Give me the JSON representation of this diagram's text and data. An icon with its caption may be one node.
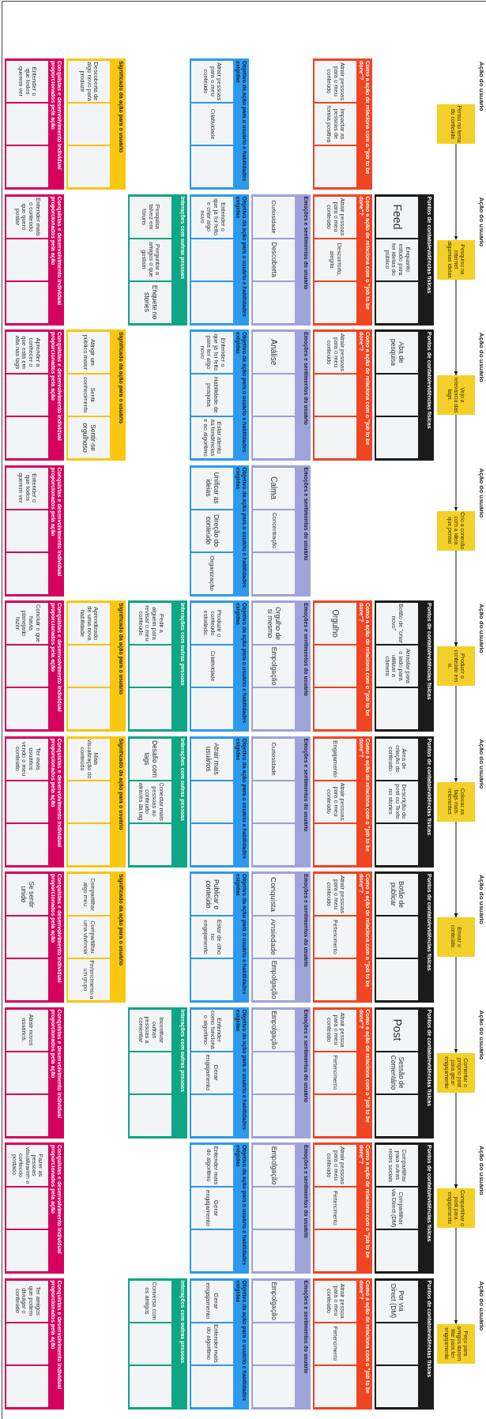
{
  "diagram": {
    "nodes": [
      {
        "text": [
          "Penso no tema do conteúdo"
        ]
      },
      {
        "text": [
          "Como a ação de relaciona com o \"job to be done\"?"
        ]
      },
      {
        "text": [
          "Atrair pessoas para o meu conteúdo"
        ],
        "in": 1
      },
      {
        "text": [
          "Impactar as pessoas de forma positiva"
        ],
        "in": 1
      },
      {
        "text": [],
        "shape": "box",
        "in": 1
      },
      {
        "text": [
          "Objetivo da ação para o usuário e habilidades exigidas"
        ]
      },
      {
        "text": [
          "Atrair pessoas para o meu conteúdo"
        ],
        "in": 5
      },
      {
        "text": [
          "Criatividade"
        ],
        "in": 5
      },
      {
        "text": [],
        "shape": "box",
        "in": 5
      },
      {
        "text": [
          "Significado da ação para o usuário"
        ]
      },
      {
        "text": [
          "Descoberta de algo novo para produzir"
        ],
        "in": 9
      },
      {
        "text": [],
        "shape": "box",
        "in": 9
      },
      {
        "text": [],
        "shape": "box",
        "in": 9
      },
      {
        "text": [
          "Conquistas e desenvolvimento individual proporcionados pela ação"
        ]
      },
      {
        "text": [
          "Entender o que todos querem ver"
        ],
        "in": 13
      },
      {
        "text": [],
        "shape": "box",
        "in": 13
      },
      {
        "text": [],
        "shape": "box",
        "in": 13
      },
      {
        "text": [
          "Pesquiso na internet algumas ideias"
        ]
      },
      {
        "text": [
          "Pontos de contato/evidências físicas"
        ]
      },
      {
        "text": [
          "Feed"
        ],
        "in": 18
      },
      {
        "text": [
          "Enquanto estudo para ter ideias do público"
        ],
        "in": 18
      },
      {
        "text": [],
        "shape": "box",
        "in": 18
      },
      {
        "text": [
          "Como a ação de relaciona com o \"job to be done\"?"
        ]
      },
      {
        "text": [
          "Atrair pessoas para o meu conteúdo"
        ],
        "in": 22
      },
      {
        "text": [
          "Desconforto, alegria"
        ],
        "in": 22
      },
      {
        "text": [],
        "shape": "box",
        "in": 22
      },
      {
        "text": [
          "Emoções e sentimentos do usuário"
        ]
      },
      {
        "text": [
          "Curiosidade"
        ],
        "in": 26
      },
      {
        "text": [
          "Descoberta"
        ],
        "in": 26
      },
      {
        "text": [],
        "shape": "box",
        "in": 26
      },
      {
        "text": [
          "Objetivo da ação para o usuário e habilidades exigidas"
        ]
      },
      {
        "text": [
          "Entender o que já foi feito e criar algo novo"
        ],
        "in": 30
      },
      {
        "text": [],
        "shape": "box",
        "in": 30
      },
      {
        "text": [],
        "shape": "box",
        "in": 30
      },
      {
        "text": [
          "Interações com outras pessoas"
        ]
      },
      {
        "text": [
          "Pesquisa talvez em fóruns"
        ],
        "in": 34
      },
      {
        "text": [
          "Perguntar a amigos o que gostam"
        ],
        "in": 34
      },
      {
        "text": [
          "Enquete no stories"
        ],
        "in": 34
      },
      {
        "text": [
          "Conquistas e desenvolvimento individual proporcionados pela ação"
        ]
      },
      {
        "text": [
          "Entender mais o conteúdo que quero postar"
        ],
        "in": 38
      },
      {
        "text": [],
        "shape": "box",
        "in": 38
      },
      {
        "text": [],
        "shape": "box",
        "in": 38
      },
      {
        "text": [
          "Vejo a relevância das tags."
        ]
      },
      {
        "text": [
          "Pontos de contato/evidências físicas"
        ]
      },
      {
        "text": [
          "Aba de pesquisa"
        ],
        "in": 43
      },
      {
        "text": [],
        "shape": "box",
        "in": 43
      },
      {
        "text": [],
        "shape": "box",
        "in": 43
      },
      {
        "text": [
          "Como a ação de relaciona com o \"job to be done\"?"
        ]
      },
      {
        "text": [
          "Atrair pessoas para o meu conteúdo"
        ],
        "in": 47
      },
      {
        "text": [],
        "shape": "box",
        "in": 47
      },
      {
        "text": [],
        "shape": "box",
        "in": 47
      },
      {
        "text": [
          "Emoções e sentimentos do usuário"
        ]
      },
      {
        "text": [
          "Análise"
        ],
        "in": 51
      },
      {
        "text": [],
        "shape": "box",
        "in": 51
      },
      {
        "text": [],
        "shape": "box",
        "in": 51
      },
      {
        "text": [
          "Objetivo da ação para o usuário e habilidades exigidas"
        ]
      },
      {
        "text": [
          "Entender o que já foi feito para ter algo novo"
        ],
        "in": 55
      },
      {
        "text": [
          "Habilidade de pesquisa"
        ],
        "in": 55
      },
      {
        "text": [
          "Estar atento às tendências e ao algoritmo"
        ],
        "in": 55
      },
      {
        "text": [
          "Significado da ação para o usuário"
        ]
      },
      {
        "text": [
          "Atingir um público maior"
        ],
        "in": 59
      },
      {
        "text": [
          "Sentir conhecimento"
        ],
        "in": 59
      },
      {
        "text": [
          "Sentir-se orgulhoso"
        ],
        "in": 59
      },
      {
        "text": [
          "Conquistas e desenvolvimento individual proporcionados pela ação"
        ]
      },
      {
        "text": [
          "Aprender a conhecer o que está em alta nas tags"
        ],
        "in": 63
      },
      {
        "text": [],
        "shape": "box",
        "in": 63
      },
      {
        "text": [],
        "shape": "box",
        "in": 63
      },
      {
        "text": [
          "Crio a conexão com a ideia que pensei"
        ]
      },
      {
        "text": [
          "Emoções e sentimentos do usuário"
        ]
      },
      {
        "text": [
          "Calma"
        ],
        "in": 68
      },
      {
        "text": [
          "Concentração"
        ],
        "in": 68
      },
      {
        "text": [],
        "shape": "box",
        "in": 68
      },
      {
        "text": [
          "Objetivo da ação para o usuário e habilidades exigidas"
        ]
      },
      {
        "text": [
          "Unificar as ideias"
        ],
        "in": 72
      },
      {
        "text": [
          "Direção do conteúdo"
        ],
        "in": 72
      },
      {
        "text": [
          "Organização"
        ],
        "in": 72
      },
      {
        "text": [
          "Conquistas e desenvolvimento individual proporcionados pela ação"
        ]
      },
      {
        "text": [
          "Entender o que todos querem ver"
        ],
        "in": 76
      },
      {
        "text": [],
        "shape": "box",
        "in": 76
      },
      {
        "text": [],
        "shape": "box",
        "in": 76
      },
      {
        "text": [
          "Produzir o conteúdo em si."
        ]
      },
      {
        "text": [
          "Pontos de contato/evidências físicas"
        ]
      },
      {
        "text": [
          "Botão de \"criar novo\""
        ],
        "in": 81
      },
      {
        "text": [
          "Arrastar para o lado para utilizar a câmera"
        ],
        "in": 81
      },
      {
        "text": [],
        "shape": "box",
        "in": 81
      },
      {
        "text": [
          "Como a ação de relaciona com o \"job to be done\"?"
        ]
      },
      {
        "text": [
          "Orgulho"
        ],
        "in": 85
      },
      {
        "text": [],
        "shape": "box",
        "in": 85
      },
      {
        "text": [],
        "shape": "box",
        "in": 85
      },
      {
        "text": [
          "Emoções e sentimentos do usuário"
        ]
      },
      {
        "text": [
          "Orgulho de si mesmo"
        ],
        "in": 89
      },
      {
        "text": [
          "Empolgação"
        ],
        "in": 89
      },
      {
        "text": [],
        "shape": "box",
        "in": 89
      },
      {
        "text": [
          "Objetivo da ação para o usuário e habilidades exigidas"
        ]
      },
      {
        "text": [
          "Produzir o conteúdo estudado."
        ],
        "in": 93
      },
      {
        "text": [
          "Criatividade"
        ],
        "in": 93
      },
      {
        "text": [],
        "shape": "box",
        "in": 93
      },
      {
        "text": [
          "Interações com outras pessoas"
        ]
      },
      {
        "text": [
          "Pedir a alguém para revisar o meu conteúdo"
        ],
        "in": 97
      },
      {
        "text": [],
        "shape": "box",
        "in": 97
      },
      {
        "text": [],
        "shape": "box",
        "in": 97
      },
      {
        "text": [
          "Significado da ação para o usuário"
        ]
      },
      {
        "text": [
          "Aprendizado de uma nova habilidade"
        ],
        "in": 101
      },
      {
        "text": [],
        "shape": "box",
        "in": 101
      },
      {
        "text": [],
        "shape": "box",
        "in": 101
      },
      {
        "text": [
          "Conquistas e desenvolvimento individual proporcionados pela ação"
        ]
      },
      {
        "text": [
          "Concluir o que havia planejado fazer"
        ],
        "in": 105
      },
      {
        "text": [],
        "shape": "box",
        "in": 105
      },
      {
        "text": [],
        "shape": "box",
        "in": 105
      },
      {
        "text": [
          "Colocar as tags mais relevantes"
        ]
      },
      {
        "text": [
          "Pontos de contato/evidências físicas"
        ]
      },
      {
        "text": [
          "Área de criação do conteúdo"
        ],
        "in": 110
      },
      {
        "text": [
          "Descrição do post ou Texto no stories"
        ],
        "in": 110
      },
      {
        "text": [],
        "shape": "box",
        "in": 110
      },
      {
        "text": [
          "Como a ação de relaciona com o \"job to be done\"?"
        ]
      },
      {
        "text": [
          "Engajamento"
        ],
        "in": 114
      },
      {
        "text": [
          "Atrair pessoas para o meu conteúdo"
        ],
        "in": 114
      },
      {
        "text": [],
        "shape": "box",
        "in": 114
      },
      {
        "text": [
          "Emoções e sentimentos do usuário"
        ]
      },
      {
        "text": [
          "Curiosidade"
        ],
        "in": 118
      },
      {
        "text": [],
        "shape": "box",
        "in": 118
      },
      {
        "text": [],
        "shape": "box",
        "in": 118
      },
      {
        "text": [
          "Objetivo da ação para o usuário e habilidades exigidas"
        ]
      },
      {
        "text": [
          "Atrair mais usuários"
        ],
        "in": 122
      },
      {
        "text": [],
        "shape": "box",
        "in": 122
      },
      {
        "text": [],
        "shape": "box",
        "in": 122
      },
      {
        "text": [
          "Interações com outras pessoas"
        ]
      },
      {
        "text": [
          "Desafio com tags"
        ],
        "in": 126
      },
      {
        "text": [
          "Conectar mais pessoas ao conteúdo através da tag"
        ],
        "in": 126
      },
      {
        "text": [],
        "shape": "box",
        "in": 126
      },
      {
        "text": [
          "Significado da ação para o usuário"
        ]
      },
      {
        "text": [
          "Mais visualização do conteúdo"
        ],
        "in": 130
      },
      {
        "text": [],
        "shape": "box",
        "in": 130
      },
      {
        "text": [],
        "shape": "box",
        "in": 130
      },
      {
        "text": [
          "Conquistas e desenvolvimento individual proporcionados pela ação"
        ]
      },
      {
        "text": [
          "Ter mais usuários vendo o meu conteúdo"
        ],
        "in": 134
      },
      {
        "text": [],
        "shape": "box",
        "in": 134
      },
      {
        "text": [],
        "shape": "box",
        "in": 134
      },
      {
        "text": [
          "Enviar o conteúdo."
        ]
      },
      {
        "text": [
          "Pontos de contato/evidências físicas"
        ]
      },
      {
        "text": [
          "Botão de publicar"
        ],
        "in": 139
      },
      {
        "text": [],
        "shape": "box",
        "in": 139
      },
      {
        "text": [],
        "shape": "box",
        "in": 139
      },
      {
        "text": [
          "Como a ação de relaciona com o \"job to be done\"?"
        ]
      },
      {
        "text": [
          "Atrair pessoas para o meu conteúdo"
        ],
        "in": 143
      },
      {
        "text": [
          "Pertencimento"
        ],
        "in": 143
      },
      {
        "text": [],
        "shape": "box",
        "in": 143
      },
      {
        "text": [
          "Emoções e sentimentos do usuário"
        ]
      },
      {
        "text": [
          "Conquista"
        ],
        "in": 147
      },
      {
        "text": [
          "Ansiedade"
        ],
        "in": 147
      },
      {
        "text": [
          "Empolgação"
        ],
        "in": 147
      },
      {
        "text": [
          "Objetivo da ação para o usuário e habilidades exigidas"
        ]
      },
      {
        "text": [
          "Publicar o conteúdo"
        ],
        "in": 151
      },
      {
        "text": [
          "Estar de olho no engajamento"
        ],
        "in": 151
      },
      {
        "text": [],
        "shape": "box",
        "in": 151
      },
      {
        "text": [
          "Significado da ação para o usuário"
        ]
      },
      {
        "text": [
          "Compartilhar algo meu"
        ],
        "in": 155
      },
      {
        "text": [
          "Compartilhar uma vivência"
        ],
        "in": 155
      },
      {
        "text": [
          "Pertencimento a um grupo"
        ],
        "in": 155
      },
      {
        "text": [
          "Conquistas e desenvolvimento individual proporcionados pela ação"
        ]
      },
      {
        "text": [
          "Se sentir unido"
        ],
        "in": 159
      },
      {
        "text": [],
        "shape": "box",
        "in": 159
      },
      {
        "text": [],
        "shape": "box",
        "in": 159
      },
      {
        "text": [
          "Comentar o próprio post para gerar engajamento"
        ]
      },
      {
        "text": [
          "Pontos de contato/evidências físicas"
        ]
      },
      {
        "text": [
          "Post"
        ],
        "in": 164
      },
      {
        "text": [
          "Sessão de Comentário"
        ],
        "in": 164
      },
      {
        "text": [],
        "shape": "box",
        "in": 164
      },
      {
        "text": [
          "Como a ação de relaciona com o \"job to be done\"?"
        ]
      },
      {
        "text": [
          "Atrair pessoa para o meu conteúdo"
        ],
        "in": 168
      },
      {
        "text": [
          "Pertencimento"
        ],
        "in": 168
      },
      {
        "text": [],
        "shape": "box",
        "in": 168
      },
      {
        "text": [
          "Emoções e sentimentos do usuário"
        ]
      },
      {
        "text": [
          "Empolgação"
        ],
        "in": 172
      },
      {
        "text": [],
        "shape": "box",
        "in": 172
      },
      {
        "text": [],
        "shape": "box",
        "in": 172
      },
      {
        "text": [
          "Objetivo da ação para o usuário e habilidades exigidas"
        ]
      },
      {
        "text": [
          "Entender como funciona o algoritmo"
        ],
        "in": 176
      },
      {
        "text": [
          "Gerar engajamento"
        ],
        "in": 176
      },
      {
        "text": [],
        "shape": "box",
        "in": 176
      },
      {
        "text": [
          "Interações com outras pessoas"
        ]
      },
      {
        "text": [
          "Incentivar outras pessoas a comentar"
        ],
        "in": 180
      },
      {
        "text": [],
        "shape": "box",
        "in": 180
      },
      {
        "text": [],
        "shape": "box",
        "in": 180
      },
      {
        "text": [
          "Conquistas e desenvolvimento individual proporcionados pela ação"
        ]
      },
      {
        "text": [
          "Atrair novos usuários."
        ],
        "in": 184
      },
      {
        "text": [],
        "shape": "box",
        "in": 184
      },
      {
        "text": [],
        "shape": "box",
        "in": 184
      },
      {
        "text": [
          "Compartilhar o post para engajamento"
        ]
      },
      {
        "text": [
          "Pontos de contato/evidências físicas"
        ]
      },
      {
        "text": [
          "Compartilhar para outras redes sociais"
        ],
        "in": 189
      },
      {
        "text": [
          "Compartilhar via Direct (DM)"
        ],
        "in": 189
      },
      {
        "text": [],
        "shape": "box",
        "in": 189
      },
      {
        "text": [
          "Como a ação de relaciona com o \"job to be done\"?"
        ]
      },
      {
        "text": [
          "Atrair pessoas para o meu conteúdo"
        ],
        "in": 193
      },
      {
        "text": [
          "Pertencimento"
        ],
        "in": 193
      },
      {
        "text": [],
        "shape": "box",
        "in": 193
      },
      {
        "text": [
          "Emoções e sentimentos do usuário"
        ]
      },
      {
        "text": [
          "Empolgação"
        ],
        "in": 197
      },
      {
        "text": [],
        "shape": "box",
        "in": 197
      },
      {
        "text": [],
        "shape": "box",
        "in": 197
      },
      {
        "text": [
          "Objetivo da ação para o usuário e habilidades exigidas"
        ]
      },
      {
        "text": [
          "Entender mais do algoritmo"
        ],
        "in": 201
      },
      {
        "text": [
          "Gerar engajamento"
        ],
        "in": 201
      },
      {
        "text": [],
        "shape": "box",
        "in": 201
      },
      {
        "text": [
          "Conquistas e desenvolvimento individual proporcionados pela ação"
        ]
      },
      {
        "text": [
          "Fazer as pessoas visualizarem o conteúdo postado."
        ],
        "in": 205
      },
      {
        "text": [],
        "shape": "box",
        "in": 205
      },
      {
        "text": [],
        "shape": "box",
        "in": 205
      },
      {
        "text": [
          "Peço para amigos darem like para ter engajamento"
        ]
      },
      {
        "text": [
          "Pontos de contato/evidências físicas"
        ]
      },
      {
        "text": [
          "Por via Direct (DM)"
        ],
        "in": 210
      },
      {
        "text": [],
        "shape": "box",
        "in": 210
      },
      {
        "text": [],
        "shape": "box",
        "in": 210
      },
      {
        "text": [
          "Como a ação de relaciona com o \"job to be done\"?"
        ]
      },
      {
        "text": [
          "Atrair pessoa para o meu conteúdo"
        ],
        "in": 214
      },
      {
        "text": [
          "Pertencimento"
        ],
        "in": 214
      },
      {
        "text": [],
        "shape": "box",
        "in": 214
      },
      {
        "text": [
          "Emoções e sentimentos do usuário"
        ]
      },
      {
        "text": [
          "Empolgação"
        ],
        "in": 218
      },
      {
        "text": [],
        "shape": "box",
        "in": 218
      },
      {
        "text": [],
        "shape": "box",
        "in": 218
      },
      {
        "text": [
          "Objetivo da ação para o usuário e habilidades exigidas"
        ]
      },
      {
        "text": [
          "Gerar engajamento"
        ],
        "in": 222
      },
      {
        "text": [
          "Entender mais do algoritmo"
        ],
        "in": 222
      },
      {
        "text": [],
        "shape": "box",
        "in": 222
      },
      {
        "text": [
          "Interações com outras pessoas"
        ]
      },
      {
        "text": [
          "Conversa com os amigos"
        ],
        "in": 226
      },
      {
        "text": [],
        "shape": "box",
        "in": 226
      },
      {
        "text": [],
        "shape": "box",
        "in": 226
      },
      {
        "text": [
          "Conquistas e desenvolvimento individual proporcionados pela ação"
        ]
      },
      {
        "text": [
          "Ter amigos que podem divulgar o conteúdo"
        ],
        "in": 230
      },
      {
        "text": [],
        "shape": "box",
        "in": 230
      },
      {
        "text": [],
        "shape": "box",
        "in": 230
      }
    ],
    "edges": [
      {
        "from": 0,
        "to": 17,
        "arrow": "to"
      },
      {
        "from": 17,
        "to": 42,
        "arrow": "to"
      },
      {
        "from": 42,
        "to": 67,
        "arrow": "to"
      },
      {
        "from": 67,
        "to": 80,
        "arrow": "to"
      },
      {
        "from": 80,
        "to": 109,
        "arrow": "to"
      },
      {
        "from": 109,
        "to": 138,
        "arrow": "to"
      },
      {
        "from": 138,
        "to": 163,
        "arrow": "to"
      },
      {
        "from": 163,
        "to": 188,
        "arrow": "to"
      },
      {
        "from": 188,
        "to": 209,
        "arrow": "to"
      }
    ],
    "labels": [
      "Ação do usuário",
      "Ação do usuário",
      "Ação do usuário",
      "Ação do usuário",
      "Ação do usuário",
      "Ação do usuário",
      "Ação do usuário",
      "Ação do usuário",
      "Ação do usuário",
      "Ação do usuário"
    ]
  }
}
